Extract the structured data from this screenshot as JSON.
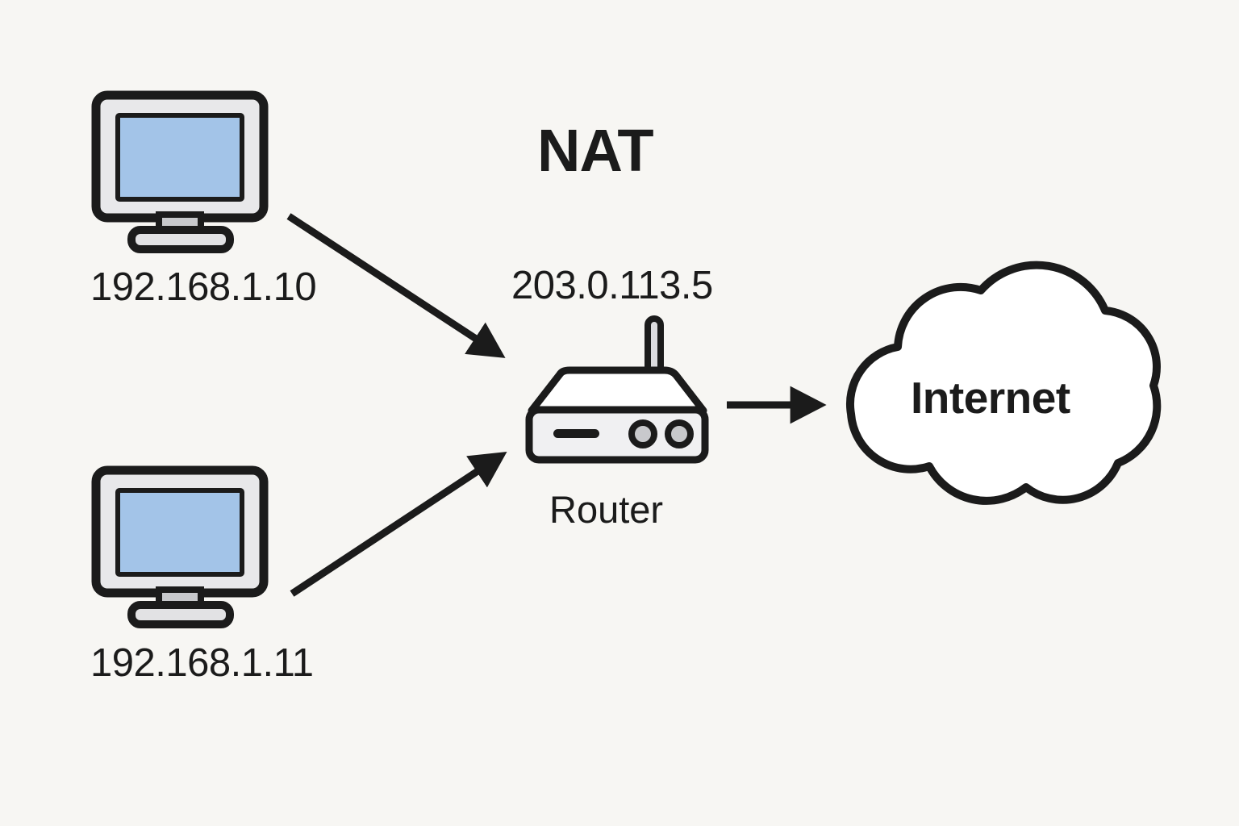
{
  "diagram": {
    "type": "network-topology",
    "title": "NAT",
    "background_color": "#f7f6f3",
    "stroke_color": "#1b1b1b",
    "screen_color": "#a3c4e8",
    "bezel_color": "#e8e8ea",
    "body_color": "#f0f0f2",
    "accent_gray": "#c8c9cc",
    "cloud_fill": "#ffffff"
  },
  "nodes": {
    "host_top": {
      "icon": "desktop-computer-icon",
      "label": "192.168.1.10",
      "kind": "private-host"
    },
    "host_bottom": {
      "icon": "desktop-computer-icon",
      "label": "192.168.1.11",
      "kind": "private-host"
    },
    "router": {
      "icon": "router-icon",
      "label": "Router",
      "public_ip": "203.0.113.5",
      "kind": "nat-gateway"
    },
    "internet": {
      "icon": "cloud-icon",
      "label": "Internet",
      "kind": "public-network"
    }
  },
  "edges": [
    {
      "from": "192.168.1.10",
      "to": "Router",
      "style": "solid-arrow"
    },
    {
      "from": "192.168.1.11",
      "to": "Router",
      "style": "solid-arrow"
    },
    {
      "from": "Router",
      "to": "Internet",
      "style": "solid-arrow"
    }
  ]
}
